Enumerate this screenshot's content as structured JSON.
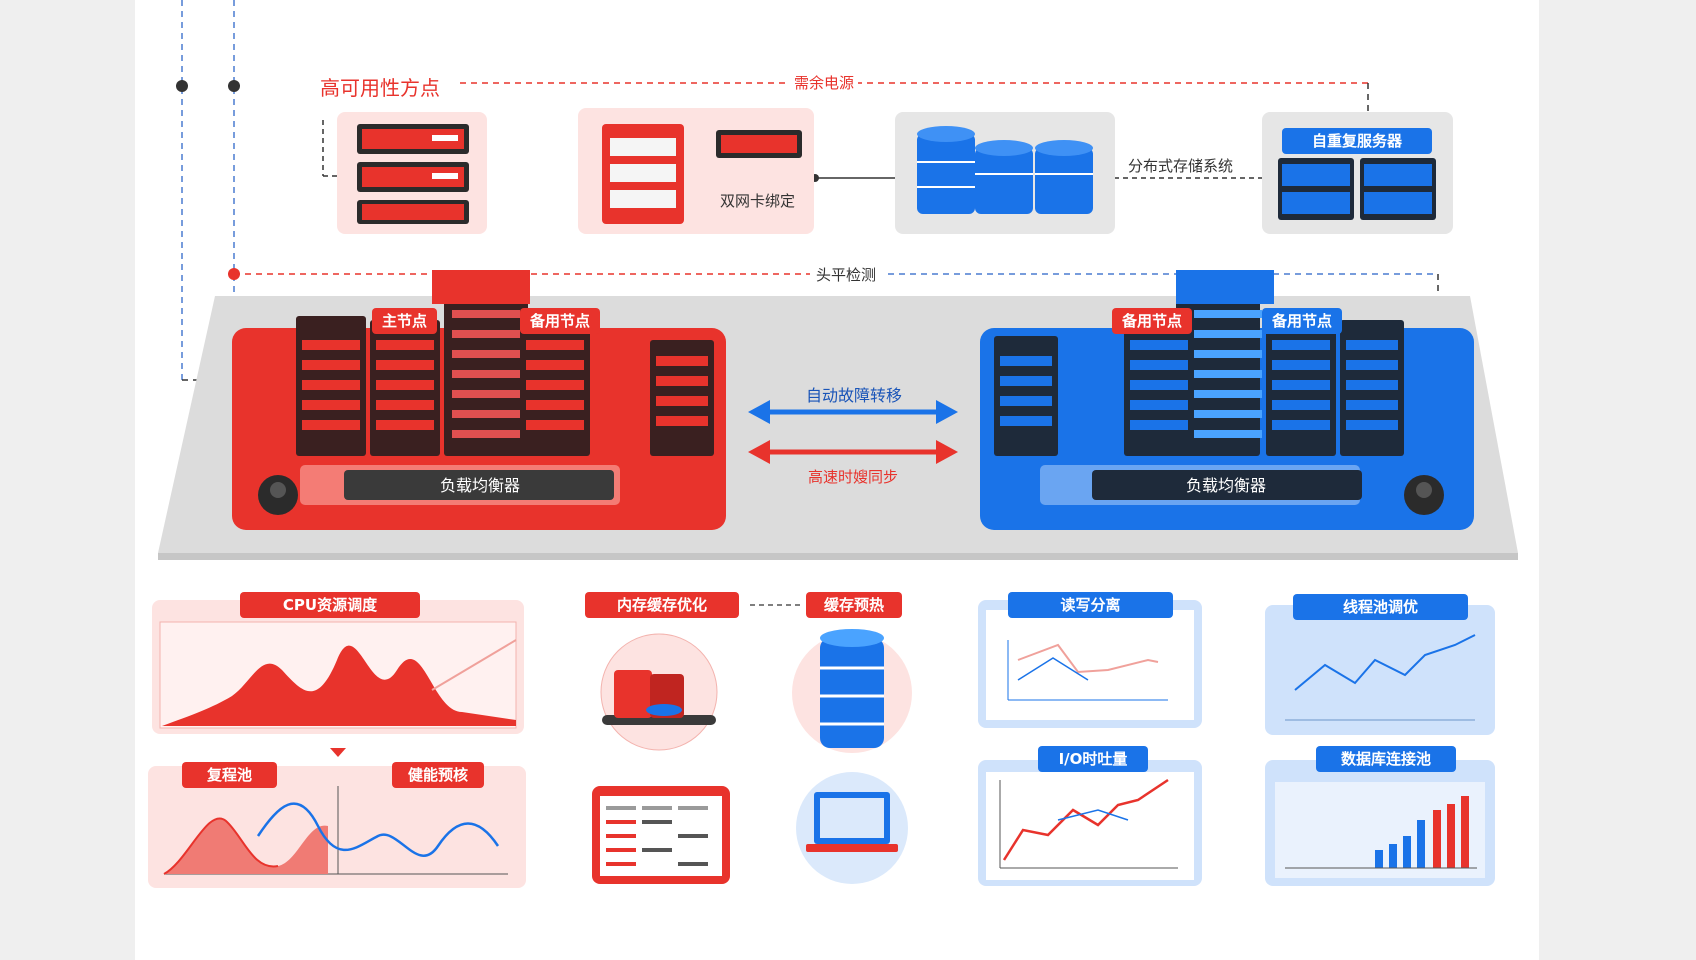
{
  "colors": {
    "red": "#e8332c",
    "blue": "#1a73e8",
    "gray": "#dddddd",
    "light_red": "#fde3e1",
    "light_blue": "#e3eefc"
  },
  "top": {
    "ha_label": "高可用性方点",
    "power_label": "需余电源",
    "nic_label": "双网卡绑定",
    "storage_label": "分布式存储系统",
    "standby_label": "自重复服务器",
    "heartbeat_label": "头平检测"
  },
  "cluster": {
    "red_primary": "主节点",
    "red_backup": "备用节点",
    "blue_backup_1": "备用节点",
    "blue_backup_2": "备用节点",
    "red_lb": "负载均衡器",
    "blue_lb": "负载均衡器",
    "failover": "自动故障转移",
    "sync": "高速时嫂同步"
  },
  "bottom": {
    "cpu": "CPU资源调度",
    "pool_a": "复程池",
    "pool_b": "健能预核",
    "mem_cache": "内存缓存优化",
    "preheat": "缓存预热",
    "rw_split": "读写分离",
    "io": "I/O时吐量",
    "thread_pool": "线程池调优",
    "db_pool": "数据库连接池"
  }
}
